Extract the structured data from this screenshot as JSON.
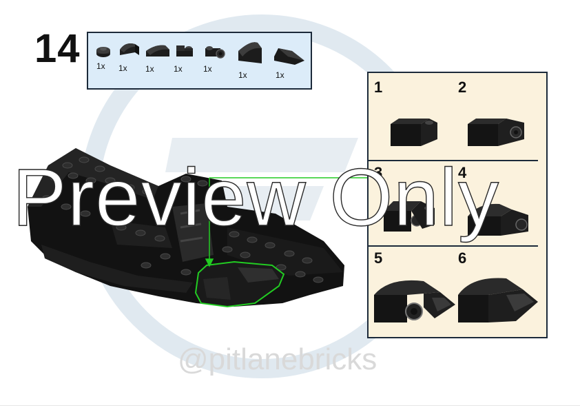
{
  "step": {
    "number": "14"
  },
  "parts_list": {
    "quantities": [
      "1x",
      "1x",
      "1x",
      "1x",
      "1x",
      "1x",
      "1x"
    ],
    "icons": [
      "round-plate-1x1",
      "slope-curved-1x1",
      "slope-curved-2x1",
      "bracket-plate",
      "plate-with-clip",
      "slope-curved-large",
      "wedge-slope"
    ]
  },
  "subassembly": {
    "steps": [
      "1",
      "2",
      "3",
      "4",
      "5",
      "6"
    ]
  },
  "watermark": {
    "preview_text": "Preview Only",
    "handle": "@pitlanebricks"
  },
  "colors": {
    "parts_bg": "#dcecf9",
    "subassembly_bg": "#fbf2dd",
    "callout_green": "#22cc22",
    "brick_black": "#141414"
  }
}
